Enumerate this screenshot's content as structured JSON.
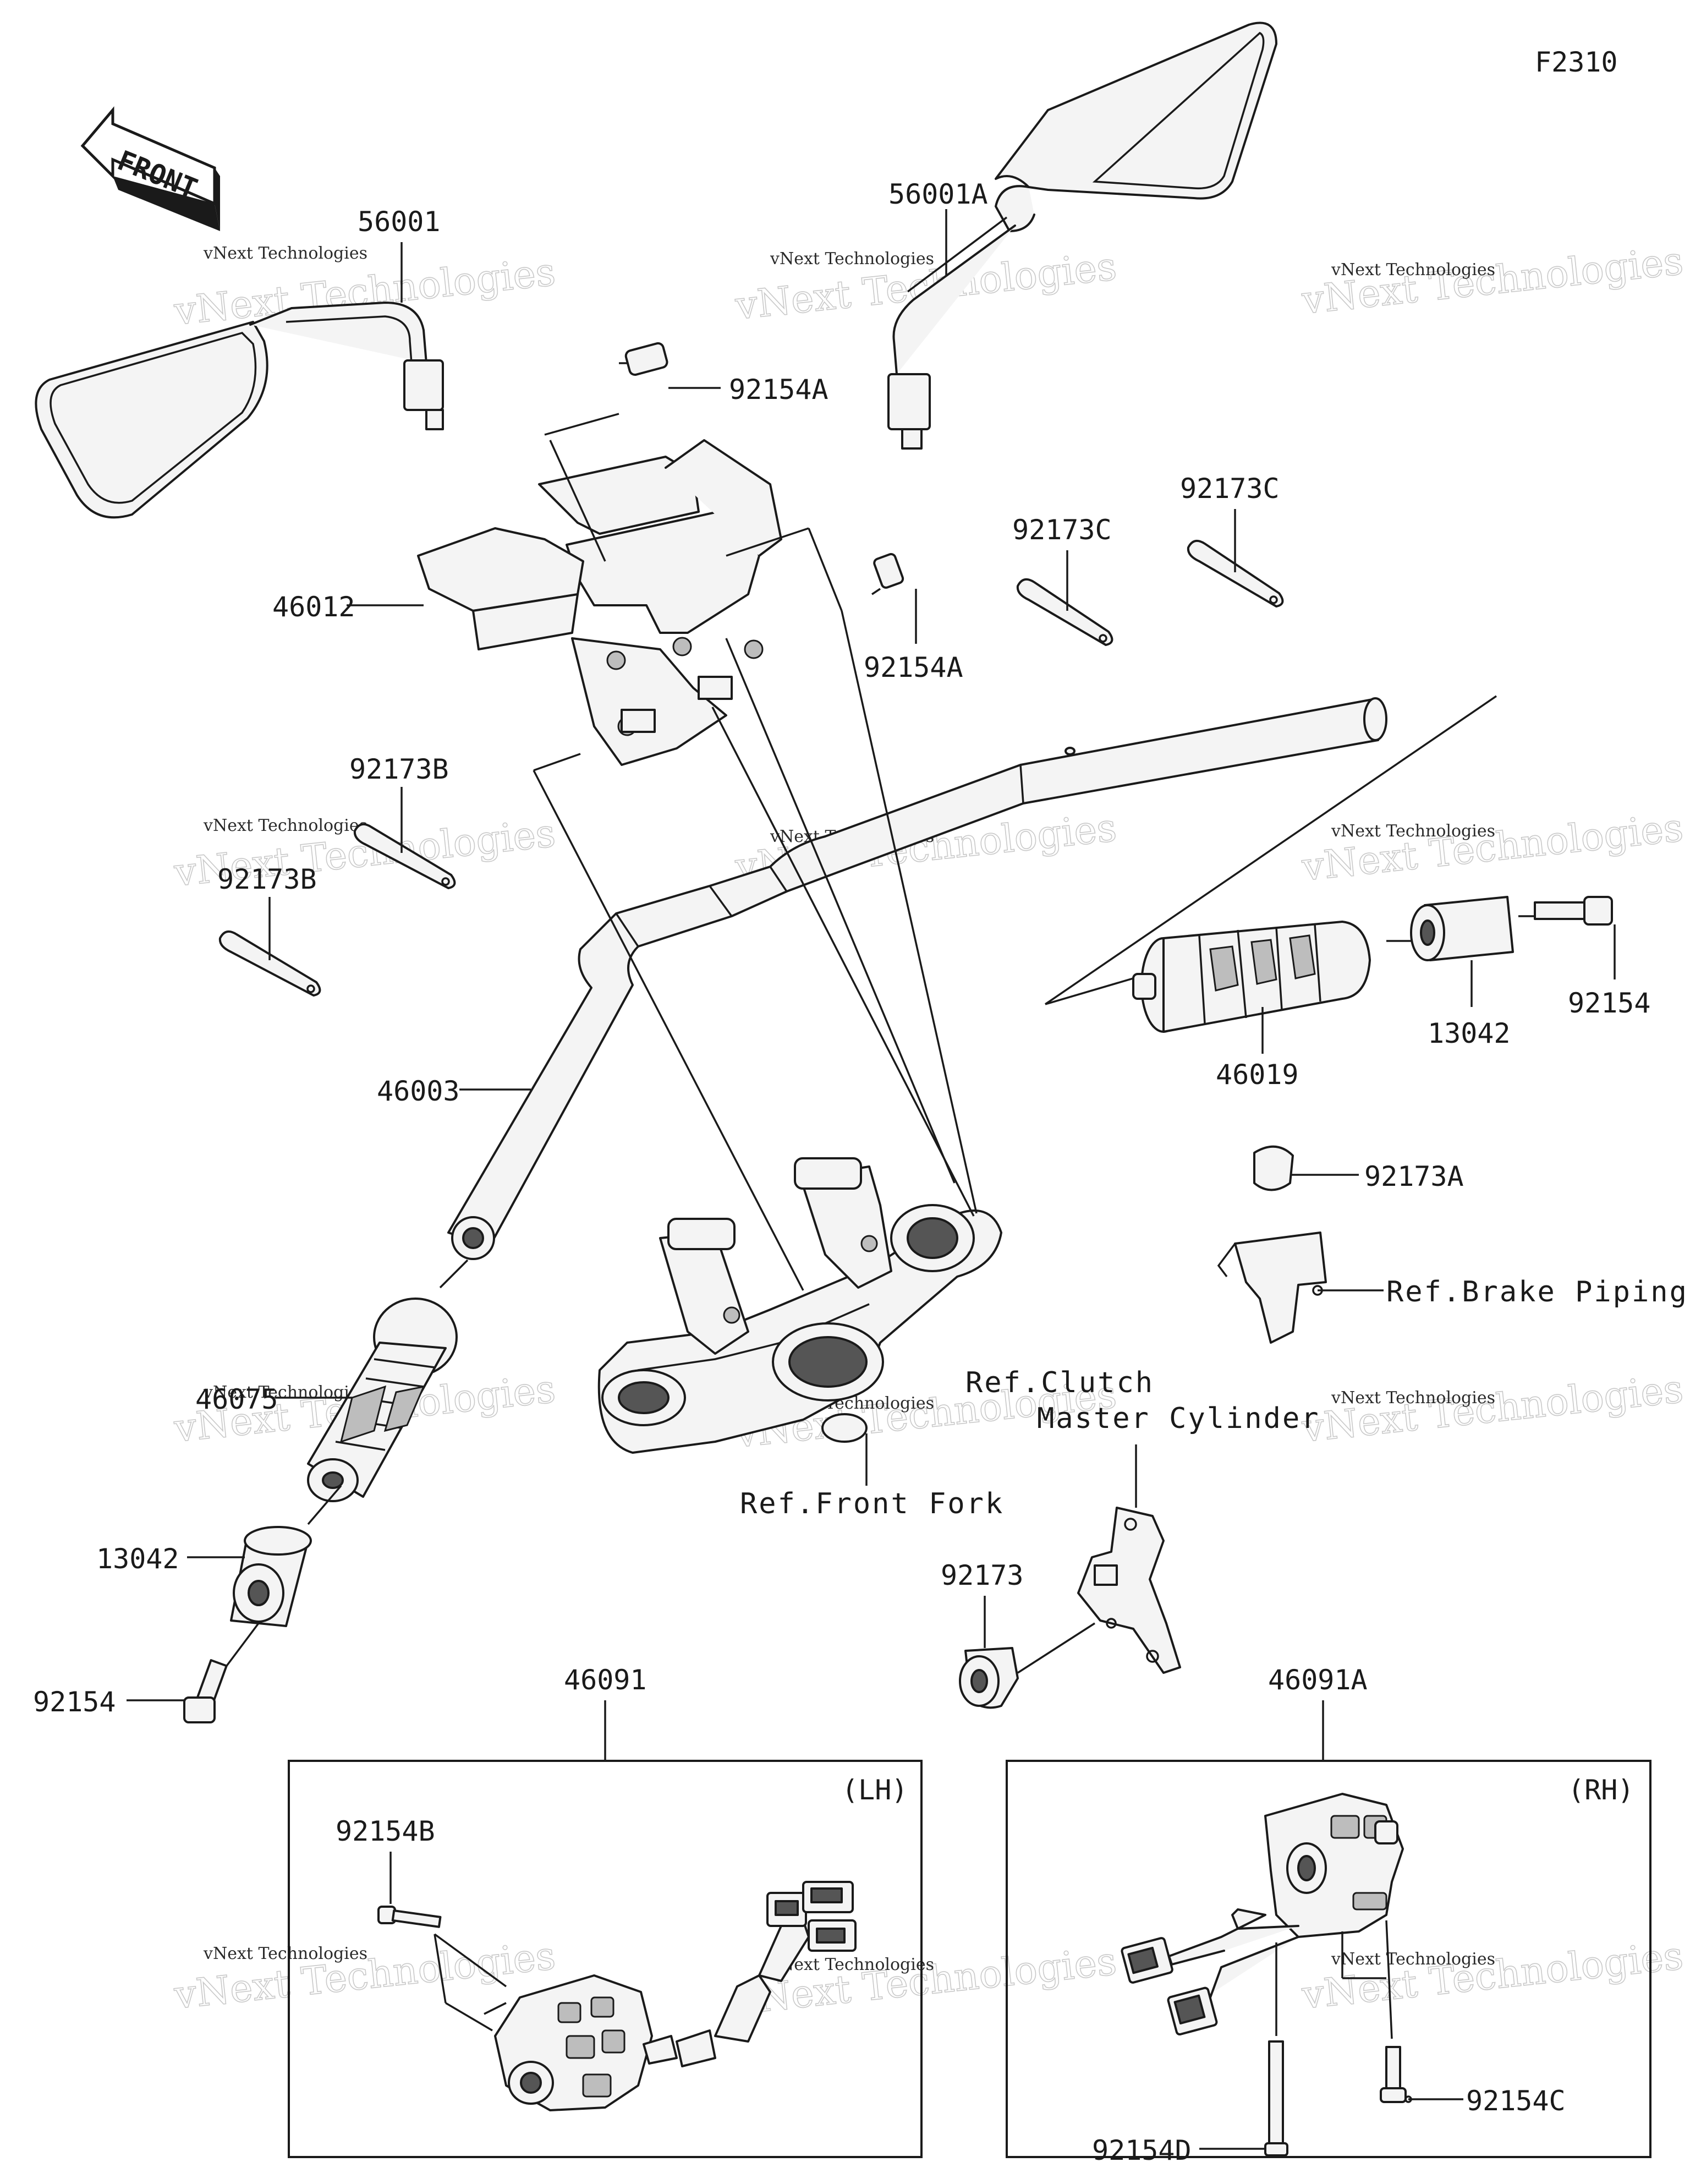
{
  "figure_code": "F2310",
  "front_arrow_label": "FRONT",
  "watermark": {
    "big": "vNext Technologies",
    "small": "vNext Technologies"
  },
  "parts": {
    "mirror_left": "56001",
    "mirror_right": "56001A",
    "bolt_top_1": "92154A",
    "bolt_top_2": "92154A",
    "holder": "46012",
    "band_c_1": "92173C",
    "band_c_2": "92173C",
    "band_b_1": "92173B",
    "band_b_2": "92173B",
    "handlebar": "46003",
    "grip_right": "46019",
    "weight_right": "13042",
    "bolt_right": "92154",
    "clamp_a": "92173A",
    "grip_left": "46075",
    "weight_left": "13042",
    "bolt_left": "92154",
    "clamp": "92173",
    "switch_left": "46091",
    "switch_right": "46091A",
    "screw_b": "92154B",
    "screw_c": "92154C",
    "screw_d": "92154D"
  },
  "refs": {
    "brake_piping": "Ref.Brake Piping",
    "clutch_line1": "Ref.Clutch",
    "clutch_line2": "Master Cylinder",
    "front_fork": "Ref.Front Fork"
  },
  "boxes": {
    "left_tag": "(LH)",
    "right_tag": "(RH)"
  }
}
